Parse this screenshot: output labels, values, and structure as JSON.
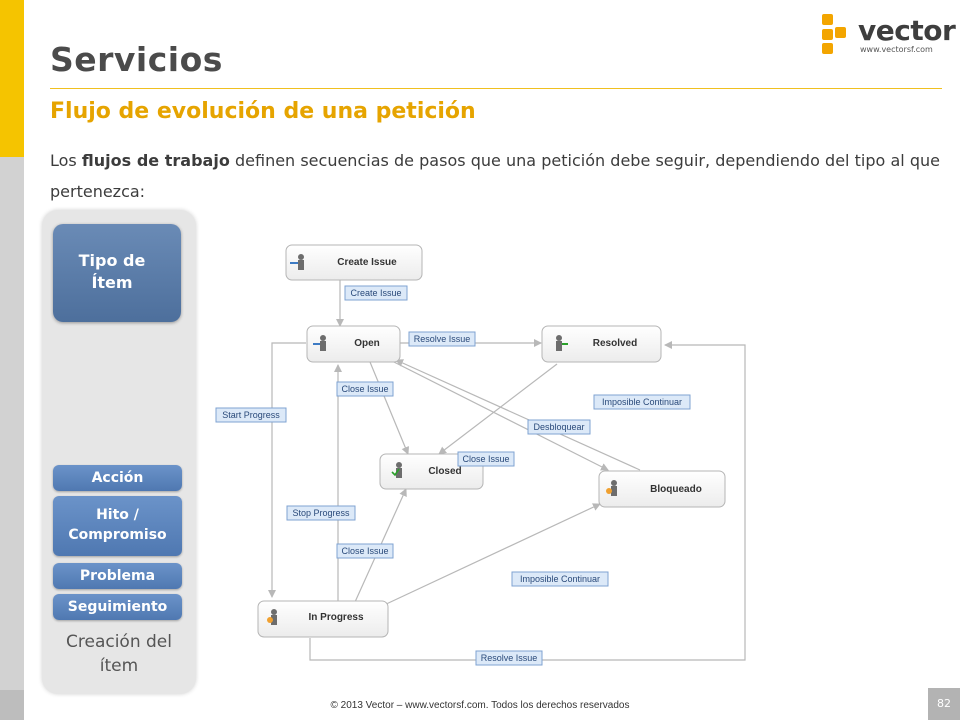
{
  "title": "Servicios",
  "subtitle": "Flujo de evolución de una petición",
  "intro": {
    "before": "Los ",
    "bold": "flujos de trabajo",
    "after": " definen secuencias de pasos que una petición debe seguir, dependiendo del tipo al que pertenezca:"
  },
  "logo": {
    "name": "vector",
    "url": "www.vectorsf.com",
    "color": "#f3a500"
  },
  "left_panel": {
    "tipo": "Tipo de\nÍtem",
    "buttons": [
      "Acción",
      "Hito /\nCompromiso",
      "Problema",
      "Seguimiento"
    ],
    "creacion": "Creación del\nítem"
  },
  "workflow": {
    "states": [
      "Create Issue",
      "Open",
      "Resolved",
      "Closed",
      "Bloqueado",
      "In Progress"
    ],
    "transitions": [
      "Create Issue",
      "Resolve Issue",
      "Close Issue",
      "Start Progress",
      "Imposible Continuar",
      "Desbloquear",
      "Close Issue",
      "Stop Progress",
      "Close Issue",
      "Imposible Continuar",
      "Resolve Issue"
    ]
  },
  "footer": "© 2013 Vector – www.vectorsf.com. Todos los derechos reservados",
  "page_number": "82",
  "colors": {
    "accent_yellow": "#f5c400",
    "subtitle_orange": "#e6a400",
    "button_blue": "#5a82ba"
  }
}
